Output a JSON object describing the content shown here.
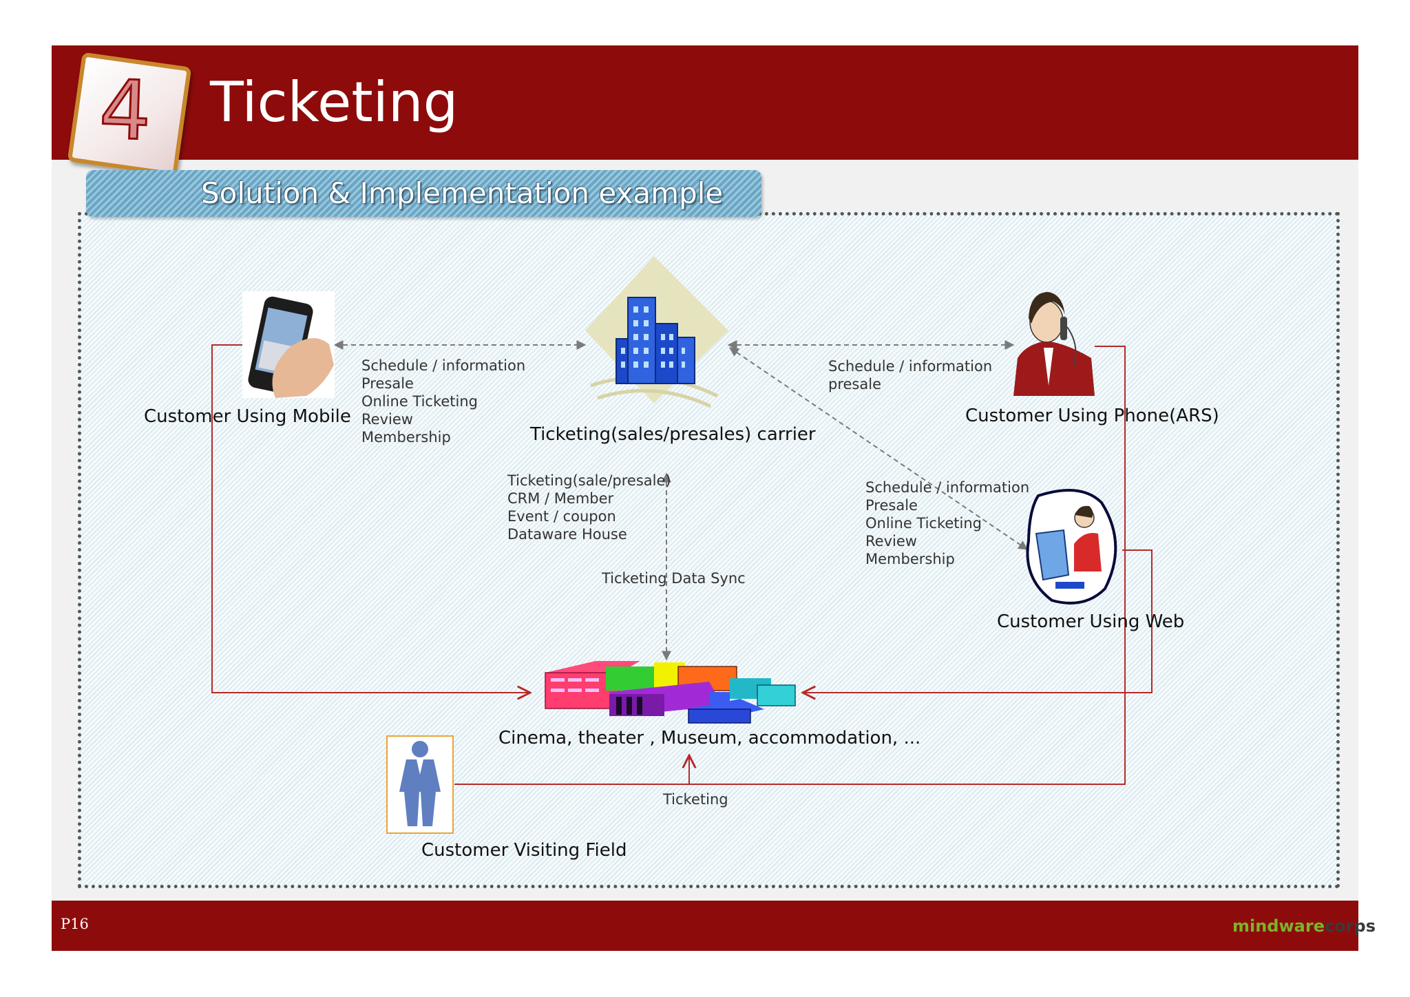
{
  "header": {
    "slide_number": "4",
    "title": "Ticketing"
  },
  "subtitle": "Solution & Implementation example",
  "nodes": {
    "carrier": "Ticketing(sales/presales) carrier",
    "mobile": "Customer Using Mobile",
    "phone": "Customer Using Phone(ARS)",
    "web": "Customer Using Web",
    "venues": "Cinema, theater , Museum, accommodation, ...",
    "field": "Customer Visiting Field"
  },
  "edge_labels": {
    "mobile_carrier": [
      "Schedule / information",
      "Presale",
      "Online Ticketing",
      "Review",
      "Membership"
    ],
    "carrier_phone": [
      "Schedule / information",
      "presale"
    ],
    "carrier_web": [
      "Schedule / information",
      "Presale",
      "Online Ticketing",
      "Review",
      "Membership"
    ],
    "carrier_venues": [
      "Ticketing(sale/presale)",
      "CRM / Member",
      "Event / coupon",
      "Dataware House"
    ],
    "data_sync": "Ticketing Data Sync",
    "field_venues": "Ticketing"
  },
  "footer": {
    "page": "P16",
    "brand_part1": "mindware",
    "brand_part2": "corps"
  },
  "colors": {
    "banner": "#8e0b0b",
    "solid_arrow": "#b52a2a",
    "dashed_arrow": "#7a7a7a"
  },
  "icons": [
    "smartphone-icon",
    "office-building-icon",
    "call-center-agent-icon",
    "web-operator-icon",
    "venue-buildings-icon",
    "person-icon",
    "mindware-logo-icon"
  ]
}
